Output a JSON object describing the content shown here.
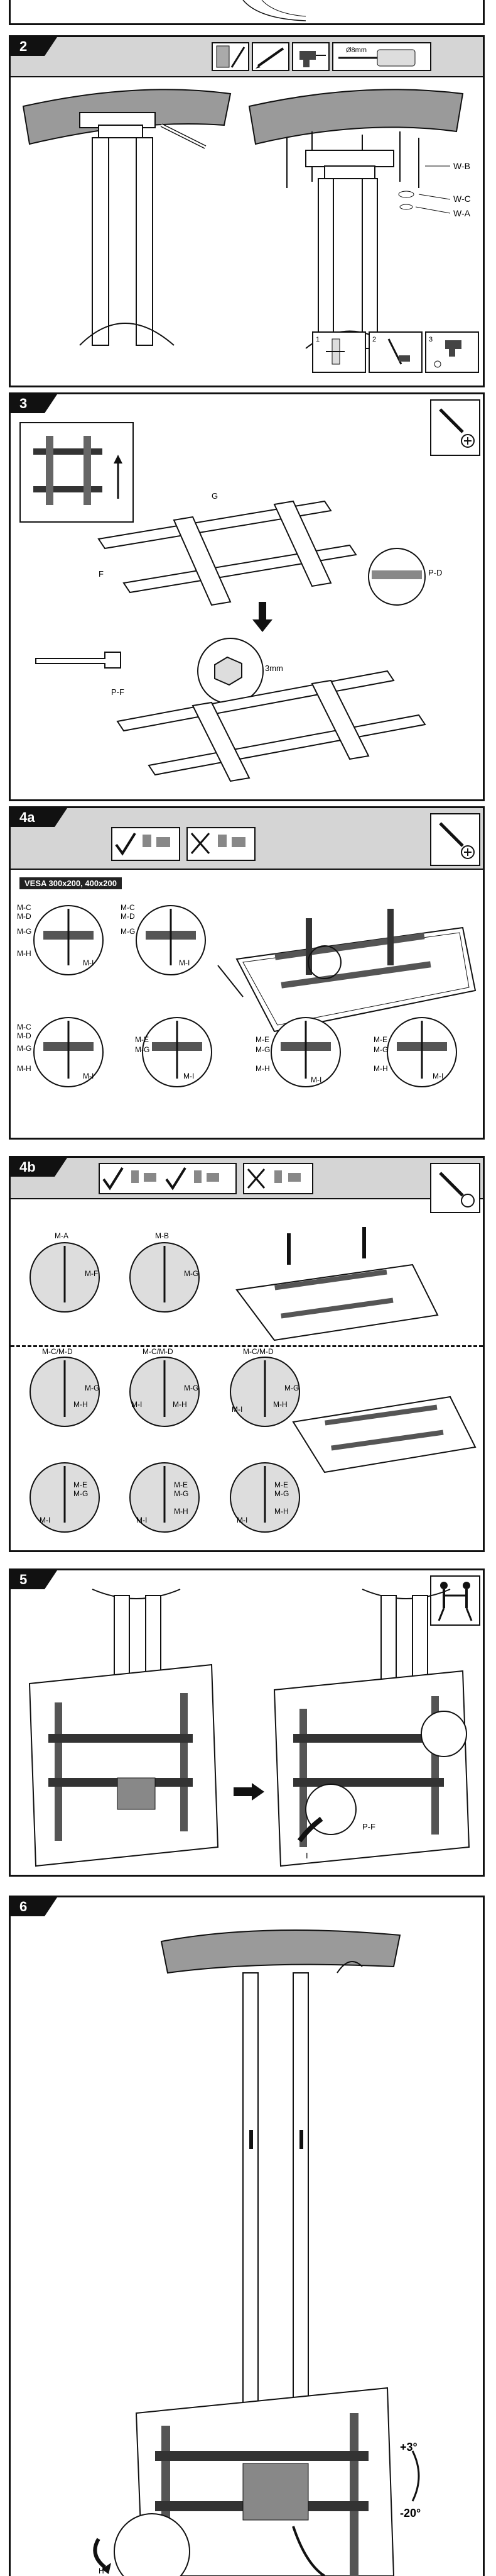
{
  "steps": [
    {
      "id": "top",
      "label": ""
    },
    {
      "id": "step2",
      "label": "2"
    },
    {
      "id": "step3",
      "label": "3"
    },
    {
      "id": "step4a",
      "label": "4a"
    },
    {
      "id": "step4b",
      "label": "4b"
    },
    {
      "id": "step5",
      "label": "5"
    },
    {
      "id": "step6",
      "label": "6"
    }
  ],
  "step2": {
    "labels": {
      "wb": "W-B",
      "wc": "W-C",
      "wa": "W-A"
    },
    "drill_text": "Ø8mm",
    "subs": [
      "1",
      "2",
      "3"
    ]
  },
  "step3": {
    "labels": {
      "g": "G",
      "f": "F",
      "pd": "P-D",
      "pf": "P-F",
      "gap": "3mm"
    }
  },
  "step4a": {
    "vesa": "VESA 300x200, 400x200",
    "c1": {
      "a": "M-C",
      "b": "M-D",
      "c": "M-G",
      "d": "M-H",
      "e": "M-I"
    },
    "c2": {
      "a": "M-C",
      "b": "M-D",
      "c": "M-G",
      "e": "M-I"
    },
    "c3": {
      "a": "M-C",
      "b": "M-D",
      "c": "M-G",
      "d": "M-H",
      "e": "M-I"
    },
    "c4": {
      "a": "M-E",
      "b": "M-G",
      "e": "M-I"
    },
    "c5": {
      "a": "M-E",
      "b": "M-G",
      "d": "M-H",
      "e": "M-I"
    },
    "c6": {
      "a": "M-E",
      "b": "M-G",
      "d": "M-H",
      "e": "M-I"
    }
  },
  "step4b": {
    "c1": {
      "a": "M-A",
      "b": "M-F"
    },
    "c2": {
      "a": "M-B",
      "b": "M-G"
    },
    "c3": {
      "a": "M-C/M-D",
      "b": "M-G",
      "c": "M-H"
    },
    "c4": {
      "a": "M-C/M-D",
      "b": "M-G",
      "c": "M-H",
      "d": "M-I"
    },
    "c5": {
      "a": "M-C/M-D",
      "b": "M-G",
      "c": "M-H",
      "d": "M-I"
    },
    "c6": {
      "a": "M-E",
      "b": "M-G",
      "c": "M-I"
    },
    "c7": {
      "a": "M-E",
      "b": "M-G",
      "c": "M-H",
      "d": "M-I"
    },
    "c8": {
      "a": "M-E",
      "b": "M-G",
      "c": "M-H",
      "d": "M-I"
    }
  },
  "step5": {
    "labels": {
      "pf": "P-F",
      "i": "I"
    }
  },
  "step6": {
    "labels": {
      "h": "H",
      "up": "+3°",
      "down": "-20°"
    }
  },
  "colors": {
    "ink": "#111111",
    "band": "#d5d5d5",
    "ceiling": "#999999"
  }
}
